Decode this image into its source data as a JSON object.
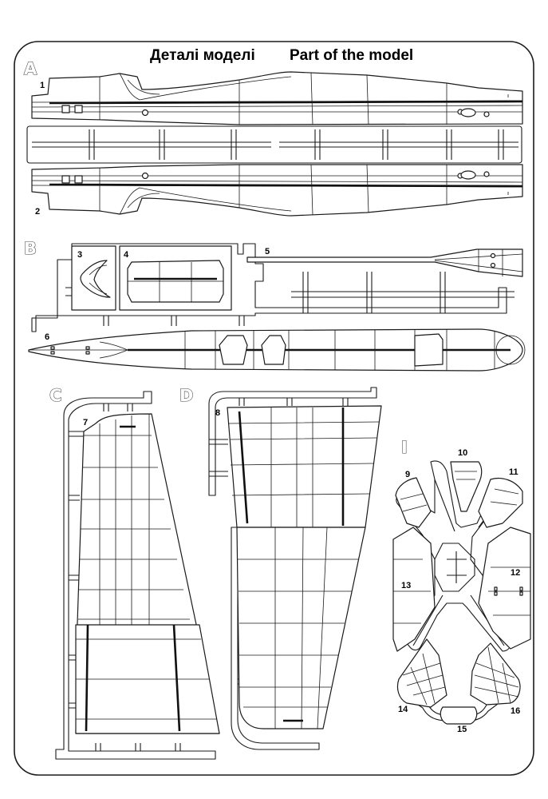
{
  "title": {
    "ukrainian": "Деталі моделі",
    "english": "Part of the model"
  },
  "sections": {
    "a": "A",
    "b": "B",
    "c": "C",
    "d": "D",
    "i": "I"
  },
  "parts": {
    "p1": "1",
    "p2": "2",
    "p3": "3",
    "p4": "4",
    "p5": "5",
    "p6": "6",
    "p7": "7",
    "p8": "8",
    "p9": "9",
    "p10": "10",
    "p11": "11",
    "p12": "12",
    "p13": "13",
    "p14": "14",
    "p15": "15",
    "p16": "16"
  }
}
